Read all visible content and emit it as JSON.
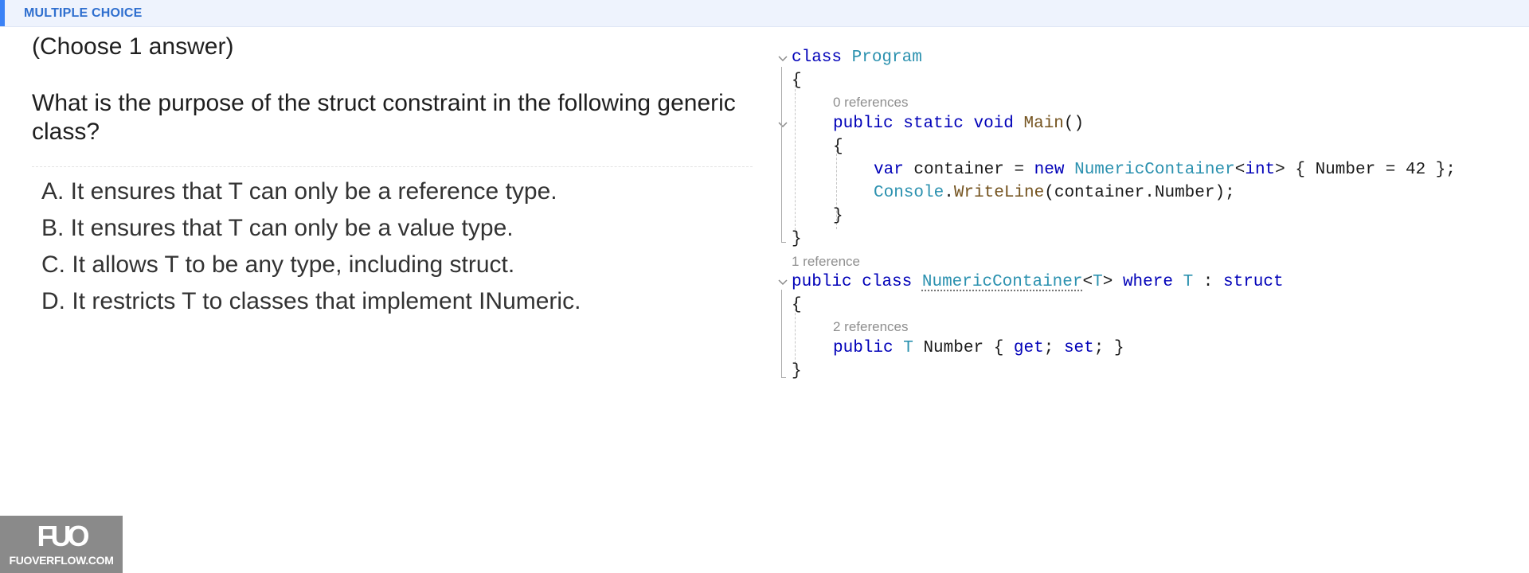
{
  "header": {
    "label": "MULTIPLE CHOICE"
  },
  "question": {
    "choose": "(Choose 1 answer)",
    "prompt": "What is the purpose of the struct constraint in the following generic class?"
  },
  "options": [
    "A. It ensures that T can only be a reference type.",
    "B. It ensures that T can only be a value type.",
    "C. It allows T to be any type, including struct.",
    "D. It restricts T to classes that implement INumeric."
  ],
  "code": {
    "tokens": {
      "class": "class",
      "public": "public",
      "static": "static",
      "void": "void",
      "var": "var",
      "new": "new",
      "int": "int",
      "where": "where",
      "struct": "struct",
      "get": "get",
      "set": "set",
      "program": "Program",
      "main": "Main",
      "parens": "()",
      "open_brace": "{",
      "close_brace": "}",
      "container": "container",
      "eq": "=",
      "numeric_container": "NumericContainer",
      "lt": "<",
      "gt": ">",
      "t": "T",
      "colon": ":",
      "number_init": "{ Number = 42 };",
      "console": "Console",
      "dot": ".",
      "writeline": "WriteLine",
      "writeline_args": "(container.Number);",
      "number": "Number",
      "semi": ";"
    },
    "refs": {
      "zero": "0 references",
      "one": "1 reference",
      "two": "2 references"
    }
  },
  "watermark": {
    "mark": "FUO",
    "site": "FUOVERFLOW.COM"
  },
  "colors": {
    "accent": "#3b82f6",
    "keyword": "#0000b8",
    "type": "#2b91af",
    "method": "#74531f"
  }
}
